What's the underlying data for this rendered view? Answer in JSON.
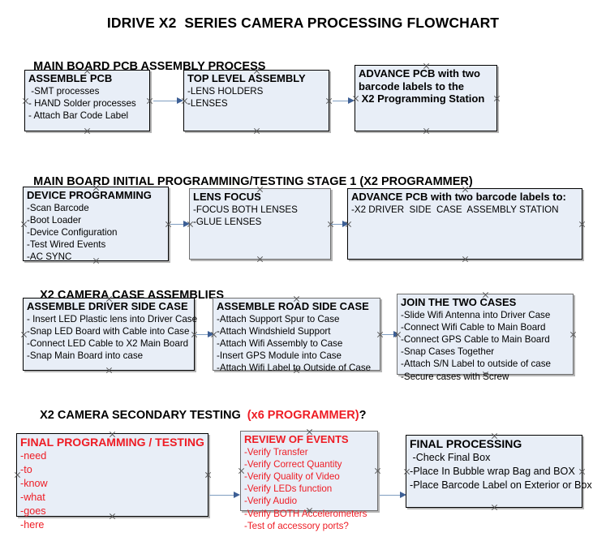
{
  "title": "IDRIVE X2  SERIES CAMERA PROCESSING FLOWCHART",
  "sections": [
    {
      "id": "main-board-pcb-assembly",
      "heading": "MAIN BOARD PCB ASSEMBLY PROCESS",
      "heading_accent": "",
      "heading_tail": ""
    },
    {
      "id": "main-board-initial-programming",
      "heading": "MAIN BOARD INITIAL PROGRAMMING/TESTING STAGE 1 (X2 PROGRAMMER)",
      "heading_accent": "",
      "heading_tail": ""
    },
    {
      "id": "x2-camera-case-assemblies",
      "heading": "X2 CAMERA CASE ASSEMBLIES",
      "heading_accent": "",
      "heading_tail": ""
    },
    {
      "id": "x2-camera-secondary-testing",
      "heading": "X2 CAMERA SECONDARY TESTING  ",
      "heading_accent": "(x6 PROGRAMMER)",
      "heading_tail": "?"
    }
  ],
  "boxes": [
    {
      "id": "assemble-pcb",
      "title": "ASSEMBLE PCB",
      "lines": [
        " -SMT processes",
        "- HAND Solder processes",
        "- Attach Bar Code Label"
      ]
    },
    {
      "id": "top-level-assembly",
      "title": "TOP LEVEL ASSEMBLY",
      "lines": [
        "-LENS HOLDERS",
        "-LENSES"
      ]
    },
    {
      "id": "advance-pcb-to-x2-programming-station",
      "title": "ADVANCE PCB with two",
      "lines": [
        "barcode labels to the",
        " X2 Programming Station"
      ]
    },
    {
      "id": "device-programming",
      "title": "DEVICE PROGRAMMING",
      "lines": [
        "-Scan Barcode",
        "-Boot Loader",
        "-Device Configuration",
        "-Test Wired Events",
        "-AC SYNC"
      ]
    },
    {
      "id": "lens-focus",
      "title": "LENS FOCUS",
      "lines": [
        "-FOCUS BOTH LENSES",
        "-GLUE LENSES"
      ]
    },
    {
      "id": "advance-pcb-to-driver-side-case-station",
      "title": "ADVANCE PCB with two barcode labels to:",
      "lines": [
        "-X2 DRIVER  SIDE  CASE  ASSEMBLY STATION"
      ]
    },
    {
      "id": "assemble-driver-side-case",
      "title": "ASSEMBLE DRIVER SIDE CASE",
      "lines": [
        "- Insert LED Plastic lens into Driver Case",
        "-Snap LED Board with Cable into Case",
        "-Connect LED Cable to X2 Main Board",
        "-Snap Main Board into case"
      ]
    },
    {
      "id": "assemble-road-side-case",
      "title": "ASSEMBLE ROAD SIDE CASE",
      "lines": [
        "-Attach Support Spur to Case",
        "-Attach Windshield Support",
        "-Attach Wifi Assembly to Case",
        "-Insert GPS Module into Case",
        "-Attach Wifi Label to Outside of Case"
      ]
    },
    {
      "id": "join-the-two-cases",
      "title": "JOIN THE TWO CASES",
      "lines": [
        "-Slide Wifi Antenna into Driver Case",
        "-Connect Wifi Cable to Main Board",
        "-Connect GPS Cable to Main Board",
        "-Snap Cases Together",
        "-Attach S/N Label to outside of case",
        "-Secure cases with Screw"
      ]
    },
    {
      "id": "final-programming-testing",
      "title": "FINAL PROGRAMMING / TESTING",
      "lines": [
        "-need",
        "-to",
        "-know",
        "-what",
        "-goes",
        "-here"
      ]
    },
    {
      "id": "review-of-events",
      "title": "REVIEW OF EVENTS",
      "lines": [
        "-Verify Transfer",
        "-Verify Correct Quantity",
        "-Verify Quality of Video",
        "-Verify LEDs function",
        "-Verify Audio",
        "-Verify BOTH Accelerometers",
        "-Test of accessory ports?"
      ]
    },
    {
      "id": "final-processing",
      "title": "FINAL PROCESSING",
      "lines": [
        " -Check Final Box",
        "-Place In Bubble wrap Bag and BOX",
        "-Place Barcode Label on Exterior or Box"
      ]
    }
  ],
  "colors": {
    "box_fill": "#e8eef7",
    "box_border": "#000000",
    "accent_red": "#ee1c24",
    "arrow_line": "#7f9dc0",
    "arrow_head": "#3d5f95",
    "text": "#000000"
  }
}
